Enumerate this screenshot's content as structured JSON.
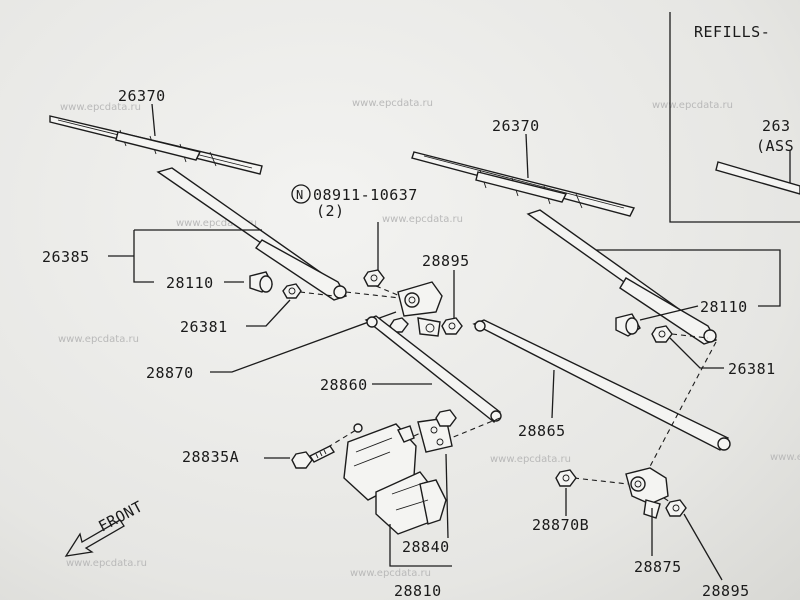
{
  "inset": {
    "title": "REFILLS-",
    "part_no": "263",
    "note": "(ASS"
  },
  "front_label": "FRONT",
  "watermark": "www.epcdata.ru",
  "labels": {
    "l26370_left": "26370",
    "l26370_right": "26370",
    "n_symbol": "N",
    "l08911": "08911-10637",
    "l08911_qty": "(2)",
    "l26385": "26385",
    "l28110_left": "28110",
    "l28110_right": "28110",
    "l28895_top": "28895",
    "l28895_bottom": "28895",
    "l26381_left": "26381",
    "l26381_right": "26381",
    "l28870": "28870",
    "l28870b": "28870B",
    "l28860": "28860",
    "l28865": "28865",
    "l28835a": "28835A",
    "l28840": "28840",
    "l28875": "28875",
    "l28810": "28810"
  }
}
